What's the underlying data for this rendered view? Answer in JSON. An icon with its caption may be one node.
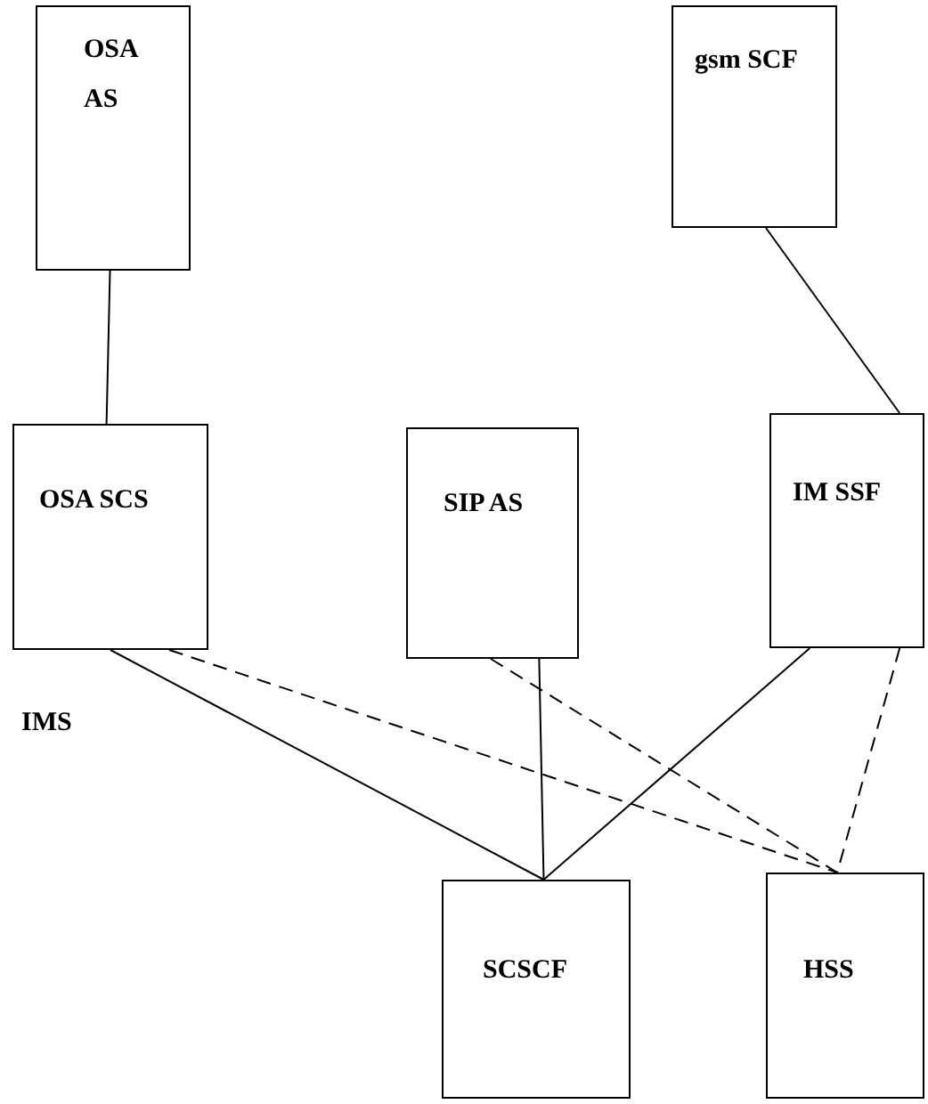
{
  "diagram": {
    "nodes": [
      {
        "text": [
          "OSA AS"
        ]
      },
      {
        "text": [
          "gsm SCF"
        ]
      },
      {
        "text": [
          "OSA SCS"
        ]
      },
      {
        "text": [
          "SIP AS"
        ]
      },
      {
        "text": [
          "IM SSF"
        ]
      },
      {
        "text": [
          "SCSCF"
        ]
      },
      {
        "text": [
          "HSS"
        ]
      }
    ],
    "edges": [
      {
        "from": 0,
        "to": 2,
        "arrow": "none"
      },
      {
        "from": 1,
        "to": 4,
        "arrow": "none"
      },
      {
        "from": 2,
        "to": 5,
        "arrow": "none"
      },
      {
        "from": 2,
        "to": 6,
        "arrow": "none",
        "style": "dashed"
      },
      {
        "from": 3,
        "to": 5,
        "arrow": "none"
      },
      {
        "from": 3,
        "to": 6,
        "arrow": "none",
        "style": "dashed"
      },
      {
        "from": 4,
        "to": 5,
        "arrow": "none"
      },
      {
        "from": 4,
        "to": 6,
        "arrow": "none",
        "style": "dashed"
      }
    ],
    "labels": [
      "IMS"
    ]
  }
}
